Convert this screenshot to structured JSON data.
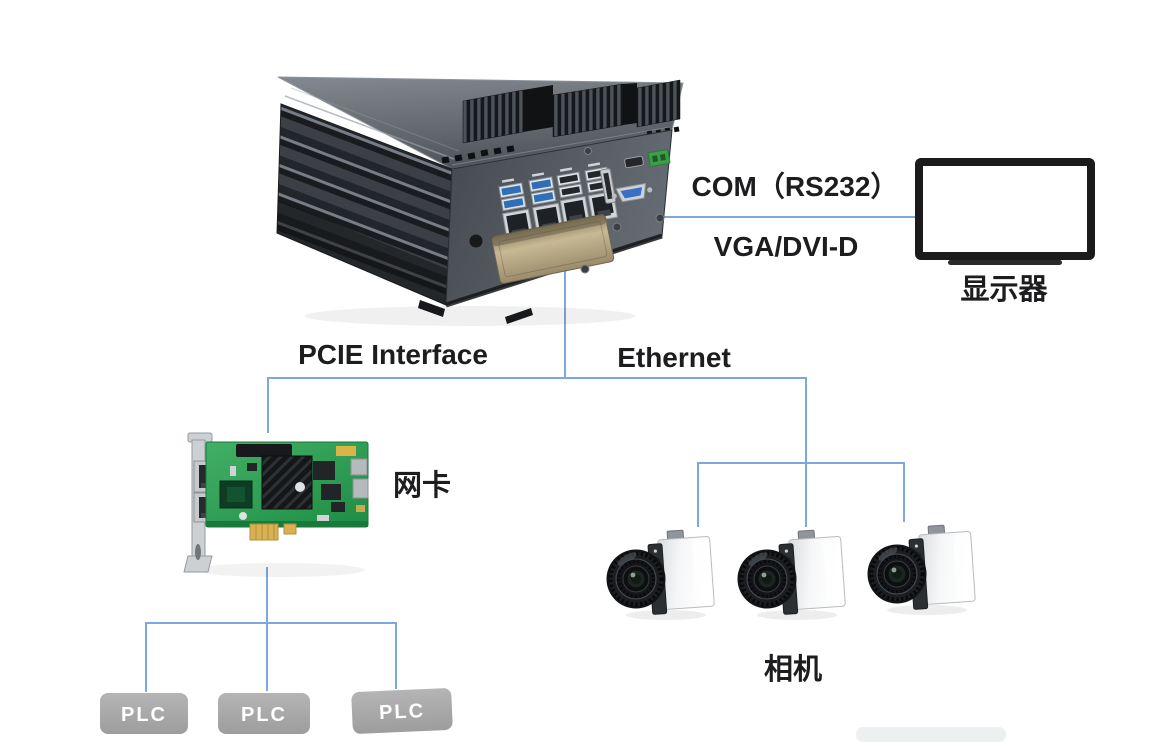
{
  "diagram": {
    "background": "#ffffff",
    "line_color": "#7ea6e0"
  },
  "labels": {
    "com": "COM（RS232）",
    "vga": "VGA/DVI-D",
    "monitor": "显示器",
    "pcie": "PCIE Interface",
    "ethernet": "Ethernet",
    "nic": "网卡",
    "camera": "相机"
  },
  "plc_units": [
    {
      "label": "PLC"
    },
    {
      "label": "PLC"
    },
    {
      "label": "PLC"
    }
  ],
  "colors": {
    "connection_line": "#7ea6e0",
    "label_text": "#1d1d1f",
    "plc_fill": "#a9a9a9",
    "plc_text": "#ffffff",
    "monitor_frame": "#1b1b1b",
    "chassis_gray": "#4b5056",
    "pcb_green": "#2f9e53",
    "usb3_blue": "#2f6fb8",
    "vga_blue": "#3a6fc4",
    "terminal_green": "#3c9e46",
    "gold_contact": "#d8b152"
  }
}
